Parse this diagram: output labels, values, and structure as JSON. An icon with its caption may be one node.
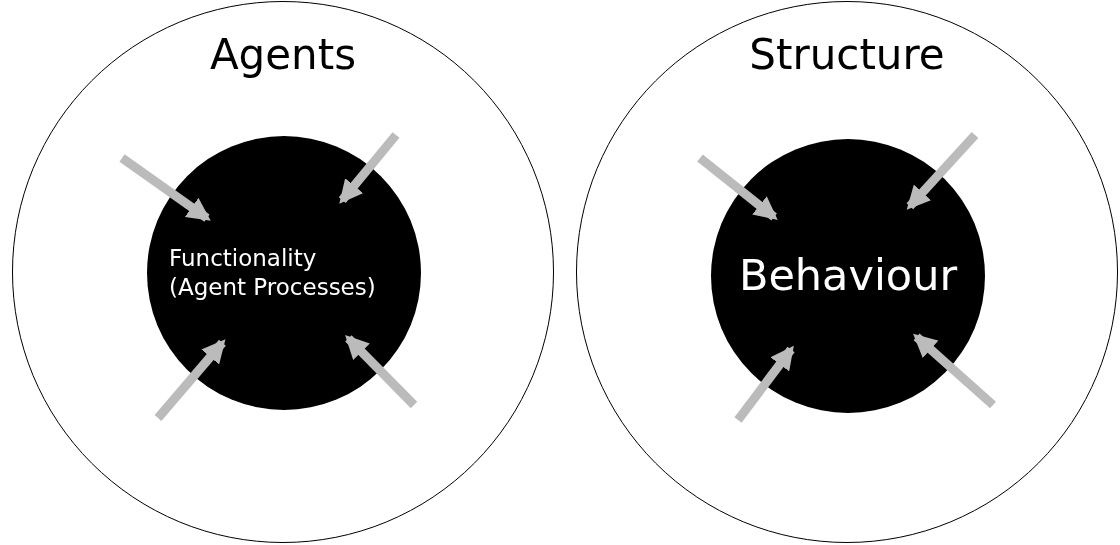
{
  "diagram": {
    "nodes": [
      {
        "text": [
          "Agents"
        ]
      },
      {
        "text": [
          "Functionality (Agent Processes)"
        ],
        "in": 0
      },
      {
        "text": [
          "Structure"
        ]
      },
      {
        "text": [
          "Behaviour"
        ],
        "in": 2
      }
    ],
    "edges": [
      {
        "from": null,
        "to": 1,
        "arrow": "to"
      },
      {
        "from": null,
        "to": 1,
        "arrow": "to"
      },
      {
        "from": null,
        "to": 1,
        "arrow": "to"
      },
      {
        "from": null,
        "to": 1,
        "arrow": "to"
      },
      {
        "from": null,
        "to": 3,
        "arrow": "to"
      },
      {
        "from": null,
        "to": 3,
        "arrow": "to"
      },
      {
        "from": null,
        "to": 3,
        "arrow": "to"
      },
      {
        "from": null,
        "to": 3,
        "arrow": "to"
      }
    ]
  }
}
